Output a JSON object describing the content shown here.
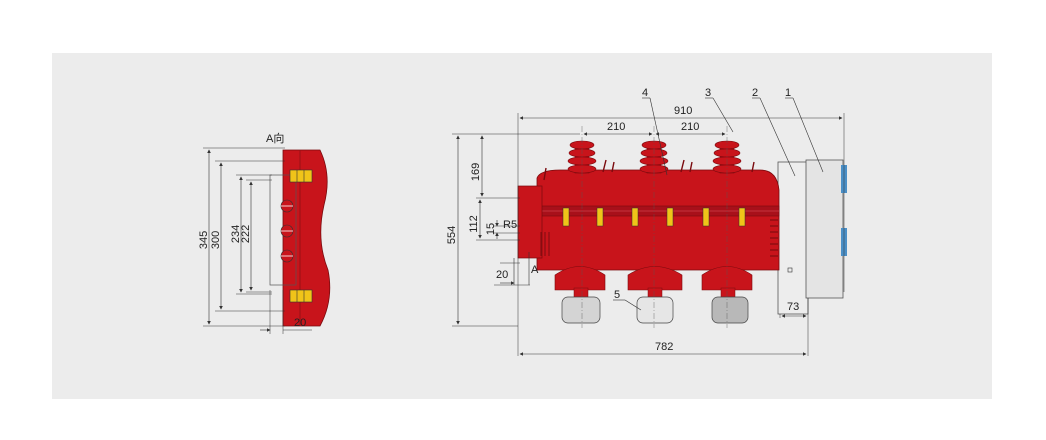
{
  "colors": {
    "panel": "#ececec",
    "body_red": "#c8141b",
    "dark_red": "#9a0f14",
    "cabinet": "#e8e8e8",
    "foot_gray": "#d0d0d0",
    "dim_line": "#333333"
  },
  "side_view": {
    "title": "A向",
    "dims": {
      "d345": "345",
      "d300": "300",
      "d234": "234",
      "d222": "222",
      "d20": "20"
    }
  },
  "front_view": {
    "dims": {
      "d910": "910",
      "d210a": "210",
      "d210b": "210",
      "d169": "169",
      "d554": "554",
      "d112": "112",
      "d15": "15",
      "r5": "R5",
      "d20": "20",
      "a": "A",
      "d73": "73",
      "d782": "782"
    },
    "callouts": {
      "c1": "1",
      "c2": "2",
      "c3": "3",
      "c4": "4",
      "c5": "5"
    }
  }
}
